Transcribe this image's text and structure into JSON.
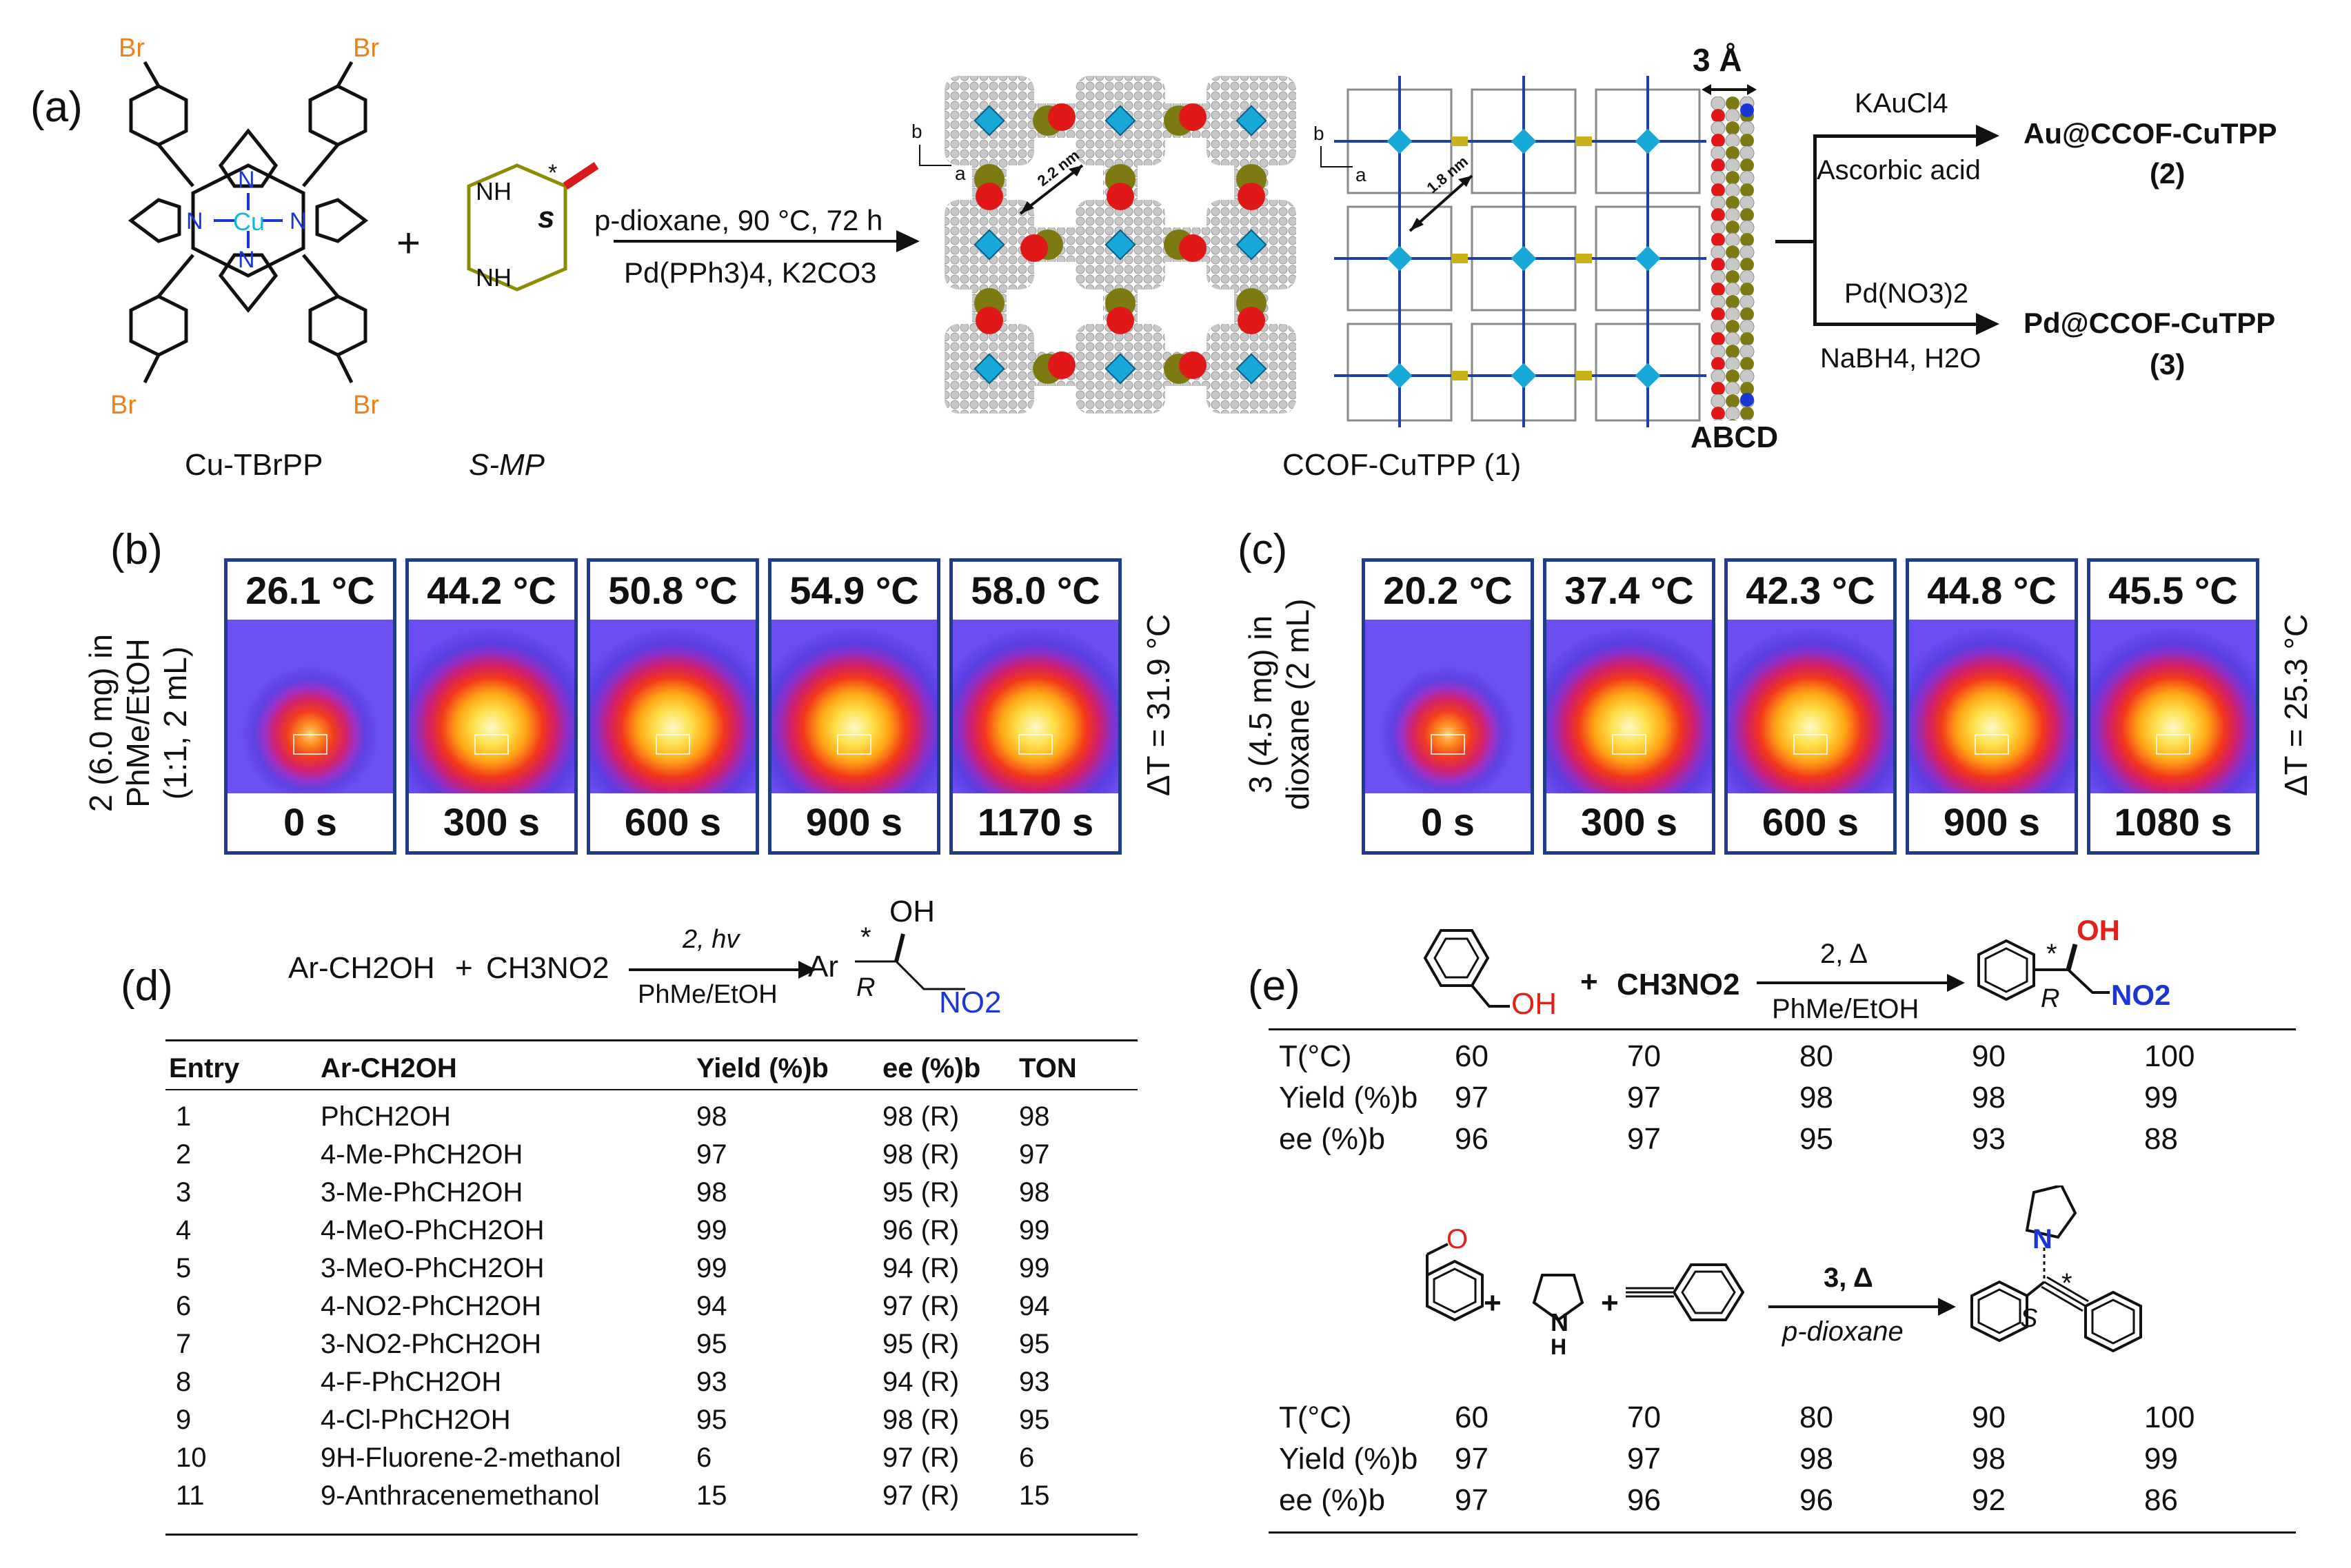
{
  "panels": {
    "a": "(a)",
    "b": "(b)",
    "c": "(c)",
    "d": "(d)",
    "e": "(e)"
  },
  "panel_a": {
    "br": "Br",
    "cu": "Cu",
    "n": "N",
    "h": "H",
    "stereo_s": "s",
    "star": "*",
    "plus": "+",
    "reactant1": "Cu-TBrPP",
    "reactant2": "S-MP",
    "conditions_top": "p-dioxane, 90 °C, 72 h",
    "conditions_bottom": "Pd(PPh3)4, K2CO3",
    "axis_b": "b",
    "axis_a": "a",
    "pore1": "2.2 nm",
    "pore2": "1.8 nm",
    "spacing": "3 Å",
    "stacking": "ABCD",
    "product": "CCOF-CuTPP (1)",
    "upper_reagent1": "KAuCl4",
    "upper_reagent2": "Ascorbic acid",
    "upper_product": "Au@CCOF-CuTPP",
    "upper_product_no": "(2)",
    "lower_reagent1": "Pd(NO3)2",
    "lower_reagent2": "NaBH4, H2O",
    "lower_product": "Pd@CCOF-CuTPP",
    "lower_product_no": "(3)"
  },
  "panel_b": {
    "side_label_1": "2 (6.0 mg) in",
    "side_label_2": "PhMe/EtOH",
    "side_label_3": "(1:1, 2 mL)",
    "delta": "ΔT = 31.9 °C",
    "frames": [
      {
        "temp": "26.1 °C",
        "time": "0 s"
      },
      {
        "temp": "44.2 °C",
        "time": "300 s"
      },
      {
        "temp": "50.8 °C",
        "time": "600 s"
      },
      {
        "temp": "54.9 °C",
        "time": "900 s"
      },
      {
        "temp": "58.0 °C",
        "time": "1170 s"
      }
    ]
  },
  "panel_c": {
    "side_label_1": "3 (4.5 mg) in",
    "side_label_2": "dioxane (2 mL)",
    "delta": "ΔT = 25.3 °C",
    "frames": [
      {
        "temp": "20.2 °C",
        "time": "0 s"
      },
      {
        "temp": "37.4 °C",
        "time": "300 s"
      },
      {
        "temp": "42.3 °C",
        "time": "600 s"
      },
      {
        "temp": "44.8 °C",
        "time": "900 s"
      },
      {
        "temp": "45.5 °C",
        "time": "1080 s"
      }
    ]
  },
  "panel_d": {
    "scheme_reactant1": "Ar-CH2OH",
    "scheme_plus": "+",
    "scheme_reactant2": "CH3NO2",
    "scheme_catalyst": "2, hv",
    "scheme_solvent": "PhMe/EtOH",
    "scheme_product_ar": "Ar",
    "scheme_oh": "OH",
    "scheme_star": "*",
    "scheme_r": "R",
    "scheme_no2": "NO2",
    "headers": [
      "Entry",
      "Ar-CH2OH",
      "Yield (%)b",
      "ee (%)b",
      "TON"
    ],
    "rows": [
      [
        "1",
        "PhCH2OH",
        "98",
        "98 (R)",
        "98"
      ],
      [
        "2",
        "4-Me-PhCH2OH",
        "97",
        "98 (R)",
        "97"
      ],
      [
        "3",
        "3-Me-PhCH2OH",
        "98",
        "95 (R)",
        "98"
      ],
      [
        "4",
        "4-MeO-PhCH2OH",
        "99",
        "96 (R)",
        "99"
      ],
      [
        "5",
        "3-MeO-PhCH2OH",
        "99",
        "94 (R)",
        "99"
      ],
      [
        "6",
        "4-NO2-PhCH2OH",
        "94",
        "97 (R)",
        "94"
      ],
      [
        "7",
        "3-NO2-PhCH2OH",
        "95",
        "95 (R)",
        "95"
      ],
      [
        "8",
        "4-F-PhCH2OH",
        "93",
        "94 (R)",
        "93"
      ],
      [
        "9",
        "4-Cl-PhCH2OH",
        "95",
        "98 (R)",
        "95"
      ],
      [
        "10",
        "9H-Fluorene-2-methanol",
        "6",
        "97 (R)",
        "6"
      ],
      [
        "11",
        "9-Anthracenemethanol",
        "15",
        "97 (R)",
        "15"
      ]
    ]
  },
  "panel_e": {
    "upper_oh": "OH",
    "upper_plus": "+",
    "upper_reagent": "CH3NO2",
    "upper_catalyst": "2, Δ",
    "upper_solvent": "PhMe/EtOH",
    "upper_star": "*",
    "upper_r": "R",
    "upper_no2": "NO2",
    "upper_table": {
      "row_labels": [
        "T(°C)",
        "Yield (%)b",
        "ee (%)b"
      ],
      "values": [
        [
          "60",
          "70",
          "80",
          "90",
          "100"
        ],
        [
          "97",
          "97",
          "98",
          "98",
          "99"
        ],
        [
          "96",
          "97",
          "95",
          "93",
          "88"
        ]
      ]
    },
    "lower_o": "O",
    "lower_plus": "+",
    "lower_nh": "N",
    "lower_h": "H",
    "lower_catalyst": "3, Δ",
    "lower_solvent": "p-dioxane",
    "lower_n": "N",
    "lower_star": "*",
    "lower_s": "S",
    "lower_table": {
      "row_labels": [
        "T(°C)",
        "Yield (%)b",
        "ee (%)b"
      ],
      "values": [
        [
          "60",
          "70",
          "80",
          "90",
          "100"
        ],
        [
          "97",
          "97",
          "98",
          "98",
          "99"
        ],
        [
          "97",
          "96",
          "96",
          "92",
          "86"
        ]
      ]
    }
  },
  "colors": {
    "frame_border": "#1f3c8a",
    "bromine": "#e8821e",
    "oxygen": "#e0221a",
    "nitrogen": "#1a36d6",
    "copper": "#14b7d8",
    "piperazine_ring": "#8c8c00"
  }
}
